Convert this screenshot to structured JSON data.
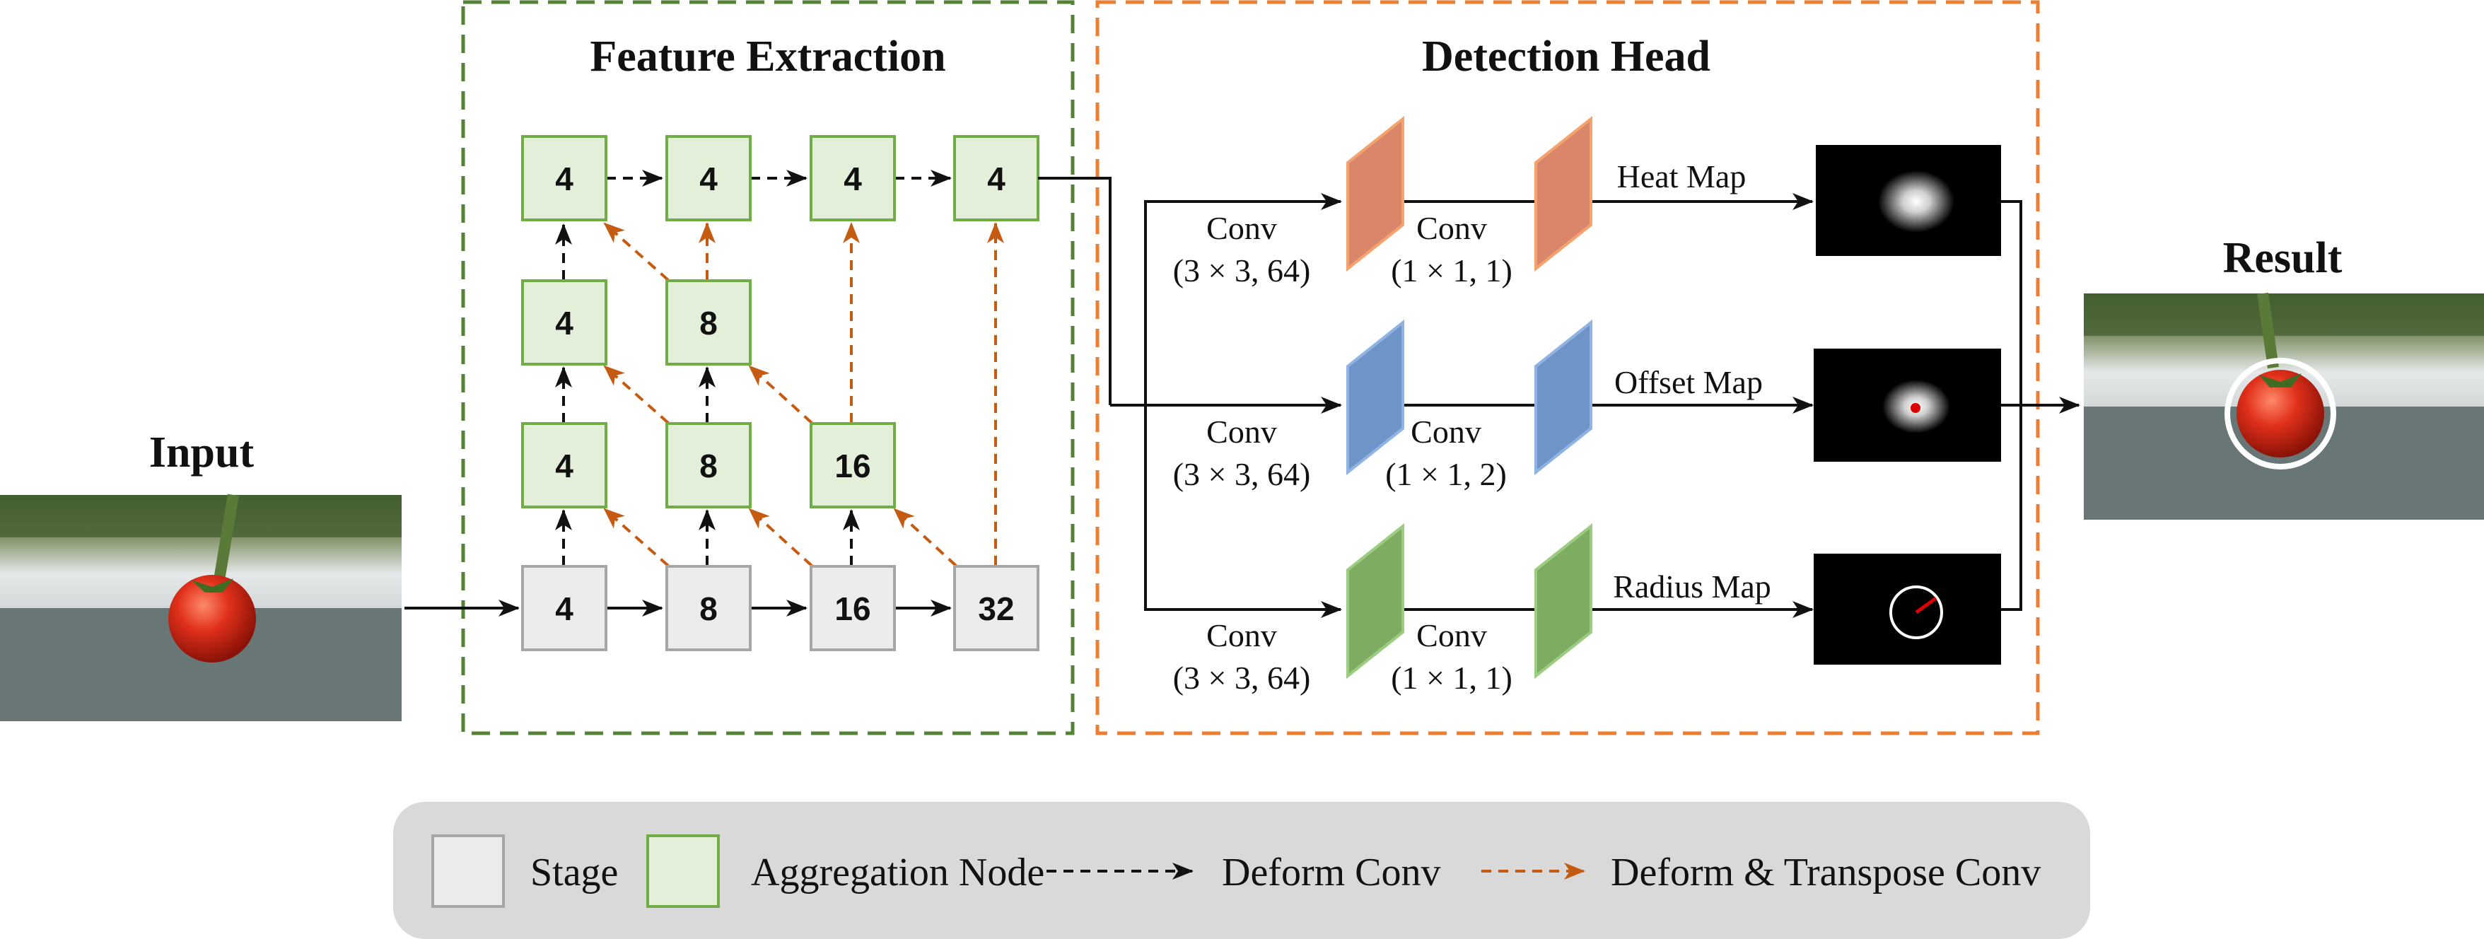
{
  "titles": {
    "input": "Input",
    "feature_extraction": "Feature Extraction",
    "detection_head": "Detection Head",
    "result": "Result"
  },
  "feature_extraction": {
    "stage_nodes": [
      "4",
      "8",
      "16",
      "32"
    ],
    "aggregation_rows": [
      [
        "4",
        "8",
        "16"
      ],
      [
        "4",
        "8"
      ],
      [
        "4",
        "4",
        "4",
        "4"
      ]
    ]
  },
  "detection_head": {
    "branches": [
      {
        "conv1": {
          "name": "Conv",
          "params": "(3 × 3, 64)"
        },
        "conv2": {
          "name": "Conv",
          "params": "(1 × 1, 1)"
        },
        "map_label": "Heat Map",
        "color": "#d9866a"
      },
      {
        "conv1": {
          "name": "Conv",
          "params": "(3 × 3, 64)"
        },
        "conv2": {
          "name": "Conv",
          "params": "(1 × 1, 2)"
        },
        "map_label": "Offset Map",
        "color": "#6f95c8"
      },
      {
        "conv1": {
          "name": "Conv",
          "params": "(3 × 3, 64)"
        },
        "conv2": {
          "name": "Conv",
          "params": "(1 × 1, 1)"
        },
        "map_label": "Radius Map",
        "color": "#7fac63"
      }
    ]
  },
  "legend": {
    "stage": "Stage",
    "aggregation_node": "Aggregation Node",
    "deform_conv": "Deform Conv",
    "deform_transpose_conv": "Deform & Transpose Conv"
  },
  "colors": {
    "stage_fill": "#ececec",
    "stage_stroke": "#a6a6a6",
    "agg_fill": "#e3efd9",
    "agg_stroke": "#70ad47",
    "feature_border": "#548235",
    "detection_border": "#ed7d31",
    "transpose_arrow": "#c55a11",
    "legend_bg": "#d9d9d9"
  }
}
